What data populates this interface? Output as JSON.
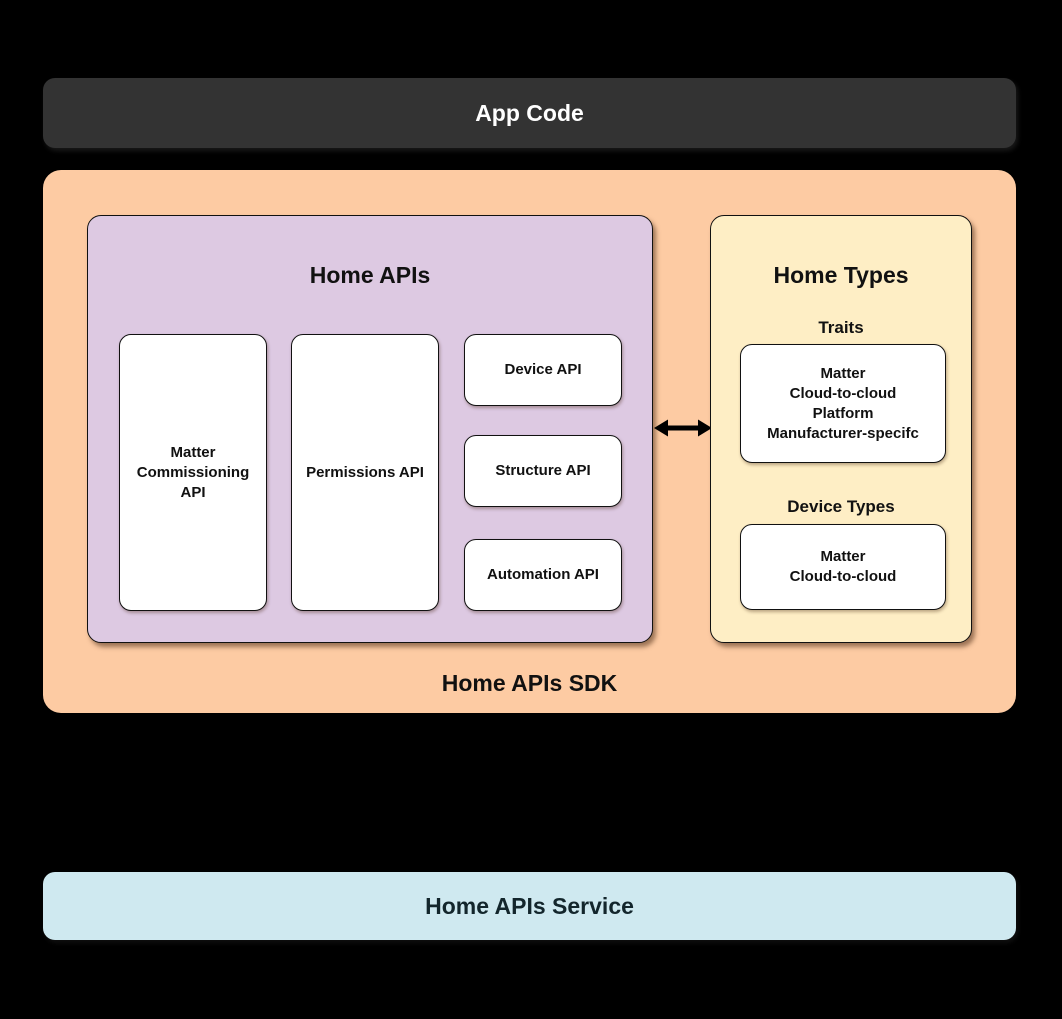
{
  "colors": {
    "background": "#000000",
    "app_code_bg": "#333333",
    "app_code_text": "#ffffff",
    "sdk_bg": "#fdcba3",
    "home_apis_bg": "#ddc9e2",
    "home_types_bg": "#feeec5",
    "service_bg": "#cfe9f0",
    "card_bg": "#ffffff",
    "text_dark": "#111111",
    "arrow_color": "#000000"
  },
  "app_code": {
    "label": "App Code"
  },
  "sdk": {
    "label": "Home APIs SDK",
    "home_apis": {
      "title": "Home APIs",
      "cards": {
        "matter_commissioning": "Matter\nCommissioning\nAPI",
        "permissions": "Permissions API",
        "device": "Device API",
        "structure": "Structure API",
        "automation": "Automation API"
      }
    },
    "arrow": {
      "name": "bidirectional-arrow",
      "meaning": "two-way link between Home APIs and Home Types"
    },
    "home_types": {
      "title": "Home Types",
      "traits_label": "Traits",
      "traits_items": "Matter\nCloud-to-cloud\nPlatform\nManufacturer-specifc",
      "device_types_label": "Device Types",
      "device_types_items": "Matter\nCloud-to-cloud"
    }
  },
  "service": {
    "label": "Home APIs Service"
  }
}
